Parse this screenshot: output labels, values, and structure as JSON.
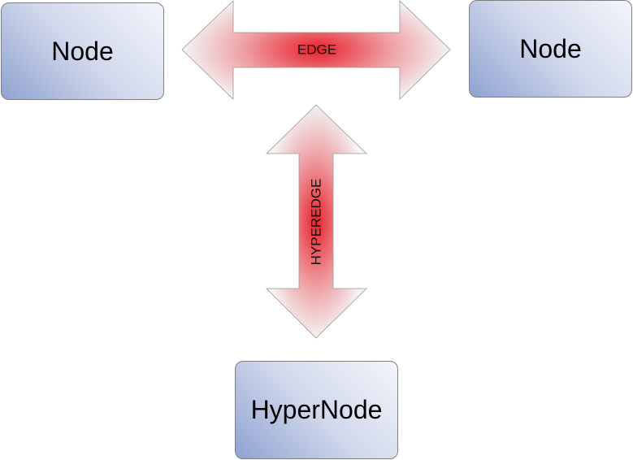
{
  "nodes": {
    "left": {
      "label": "Node"
    },
    "right": {
      "label": "Node"
    },
    "hyper": {
      "label": "HyperNode"
    }
  },
  "edges": {
    "edge": {
      "label": "EDGE",
      "direction": "bidirectional-horizontal"
    },
    "hyperedge": {
      "label": "HYPEREDGE",
      "direction": "bidirectional-vertical"
    }
  },
  "colors": {
    "node_fill_light": "#f3f5fb",
    "node_fill_dark": "#8fa2d1",
    "node_border": "#7f7f7f",
    "arrow_center": "#e8202a",
    "arrow_edge": "#f4f4f4"
  }
}
